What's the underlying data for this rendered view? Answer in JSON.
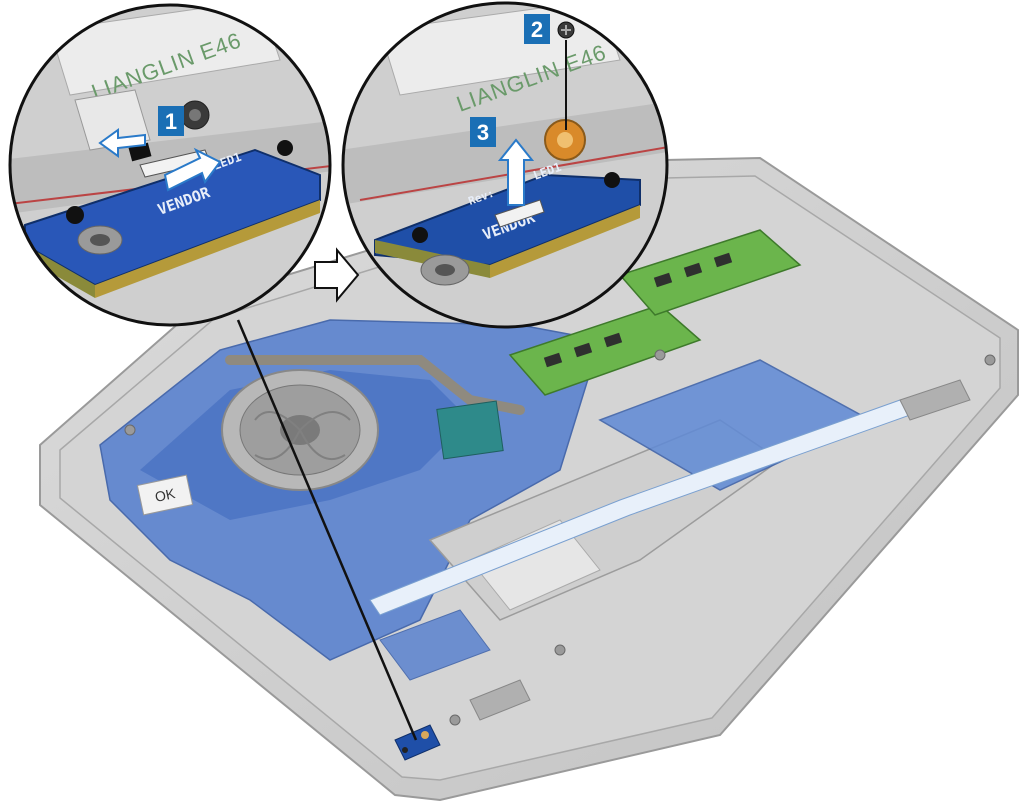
{
  "steps": [
    {
      "number": "1",
      "meaning": "disconnect LED board cable"
    },
    {
      "number": "2",
      "meaning": "remove screw"
    },
    {
      "number": "3",
      "meaning": "lift LED board"
    }
  ],
  "callout_left": {
    "cable_label": "LIANGLIN E46",
    "board_label": "VENDOR",
    "silk_label": "LED1"
  },
  "callout_right": {
    "cable_label": "LIANGLIN E46",
    "board_label": "VENDOR",
    "silk_label": "LED1",
    "rev_label": "Rev:"
  },
  "laptop": {
    "sticker_label": "OK"
  },
  "colors": {
    "step_badge": "#1a6fb5",
    "pcb_blue": "#1f4fa8",
    "motherboard_blue": "#3d6fc9",
    "chassis_gray": "#c9c9c9",
    "callout_border": "#111111",
    "arrow_blue": "#2a7ac9"
  },
  "icons": [
    "screw-icon",
    "direction-arrow-icon",
    "lift-arrow-icon",
    "disconnect-arrow-icon"
  ]
}
